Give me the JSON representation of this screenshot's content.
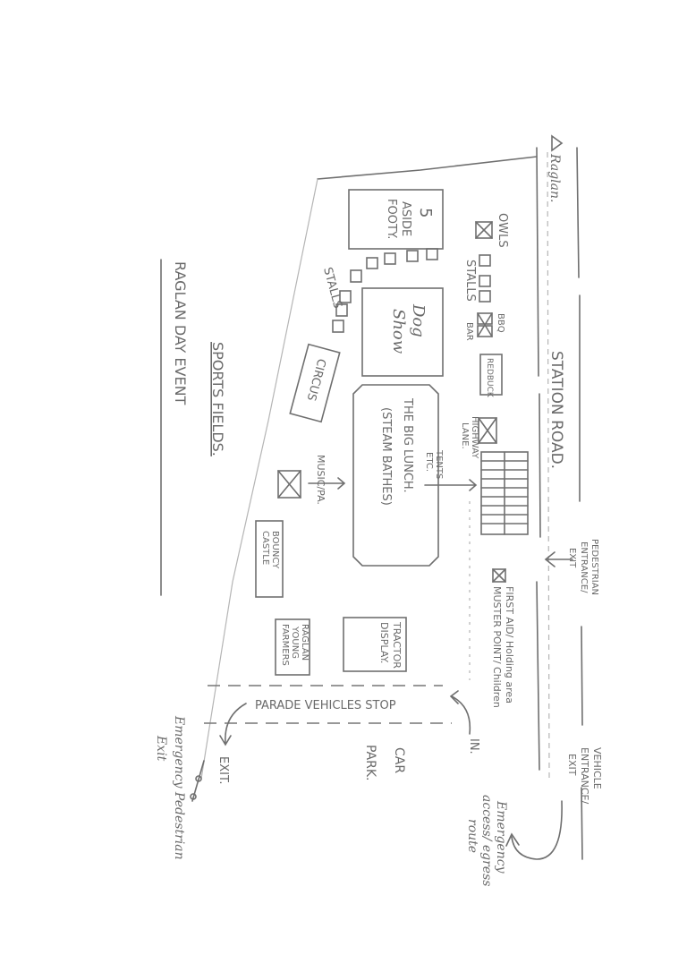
{
  "labels": {
    "raglan": "Raglan.",
    "station_road": "STATION ROAD.",
    "owls": "OWLS",
    "stalls_top": "STALLS",
    "bbq": "BBQ",
    "bar": "BAR",
    "redbuck": "REDBUCK",
    "five_aside_1": "5",
    "five_aside_2": "ASIDE",
    "five_aside_3": "FOOTY.",
    "dog_show_1": "Dog",
    "dog_show_2": "Show",
    "stalls_left": "STALLS",
    "circus": "CIRCUS",
    "big_lunch_1": "THE BIG LUNCH.",
    "big_lunch_2": "(STEAM BATHES)",
    "highway_lane_1": "HIGHWAY",
    "highway_lane_2": "LANE.",
    "tents_1": "TENTS",
    "tents_2": "ETC.",
    "music_pa": "MUSIC/PA.",
    "bouncy_1": "BOUNCY",
    "bouncy_2": "CASTLE",
    "young_farmers_1": "RAGLAN",
    "young_farmers_2": "YOUNG",
    "young_farmers_3": "FARMERS",
    "tractor_1": "TRACTOR",
    "tractor_2": "DISPLAY.",
    "first_aid_1": "FIRST AID/ Holding area",
    "first_aid_2": "MUSTER POINT/ Children",
    "pedestrian_1": "PEDESTRIAN",
    "pedestrian_2": "ENTRANCE/",
    "pedestrian_3": "EXIT",
    "vehicle_1": "VEHICLE",
    "vehicle_2": "ENTRANCE/",
    "vehicle_3": "EXIT",
    "emergency_access_1": "Emergency",
    "emergency_access_2": "access/ egress",
    "emergency_access_3": "route",
    "in": "IN.",
    "exit": "EXIT.",
    "car_park_1": "CAR",
    "car_park_2": "PARK.",
    "parade": "PARADE VEHICLES STOP",
    "emergency_ped_1": "Emergency Pedestrian",
    "emergency_ped_2": "Exit",
    "sports_fields": "SPORTS FIELDS.",
    "event_title": "RAGLAN DAY EVENT"
  },
  "ink_color": "#6f6f6f"
}
